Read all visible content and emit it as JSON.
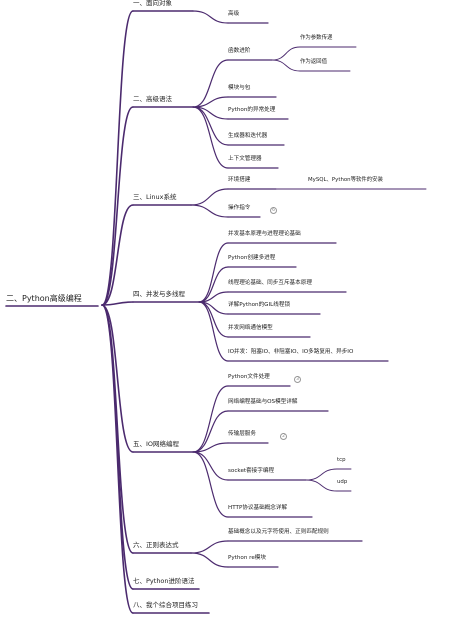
{
  "root": "二、Python高级编程",
  "sections": [
    {
      "label": "一、面向对象",
      "children": [
        {
          "label": "高级"
        }
      ]
    },
    {
      "label": "二、高级语法",
      "children": [
        {
          "label": "函数进阶",
          "children": [
            {
              "label": "作为参数传递"
            },
            {
              "label": "作为返回值"
            }
          ]
        },
        {
          "label": "模块与包"
        },
        {
          "label": "Python的异常处理"
        },
        {
          "label": "生成器和迭代器"
        },
        {
          "label": "上下文管理器"
        }
      ]
    },
    {
      "label": "三、Linux系统",
      "children": [
        {
          "label": "环境搭建",
          "children": [
            {
              "label": "MySQL、Python等软件的安装"
            }
          ]
        },
        {
          "label": "操作指令",
          "badge": "6"
        }
      ]
    },
    {
      "label": "四、并发与多线程",
      "children": [
        {
          "label": "并发基本原理与进程理论基础"
        },
        {
          "label": "Python创建多进程"
        },
        {
          "label": "线程理论基础、同步互斥基本原理"
        },
        {
          "label": "详解Python的GIL线程锁"
        },
        {
          "label": "并发网络通信模型"
        },
        {
          "label": "IO并发：阻塞IO、非阻塞IO、IO多路复用、异步IO"
        }
      ]
    },
    {
      "label": "五、IO网络编程",
      "children": [
        {
          "label": "Python文件处理",
          "badge": "3"
        },
        {
          "label": "网络编程基础与OS模型详解"
        },
        {
          "label": "传输层服务",
          "badge": "2"
        },
        {
          "label": "socket套接字编程",
          "children": [
            {
              "label": "tcp"
            },
            {
              "label": "udp"
            }
          ]
        },
        {
          "label": "HTTP协议基础概念详解"
        }
      ]
    },
    {
      "label": "六、正则表达式",
      "children": [
        {
          "label": "基础概念以及元字符使用、正则匹配规则"
        },
        {
          "label": "Python re模块"
        }
      ]
    },
    {
      "label": "七、Python进阶语法"
    },
    {
      "label": "八、我个综合项目练习"
    }
  ]
}
